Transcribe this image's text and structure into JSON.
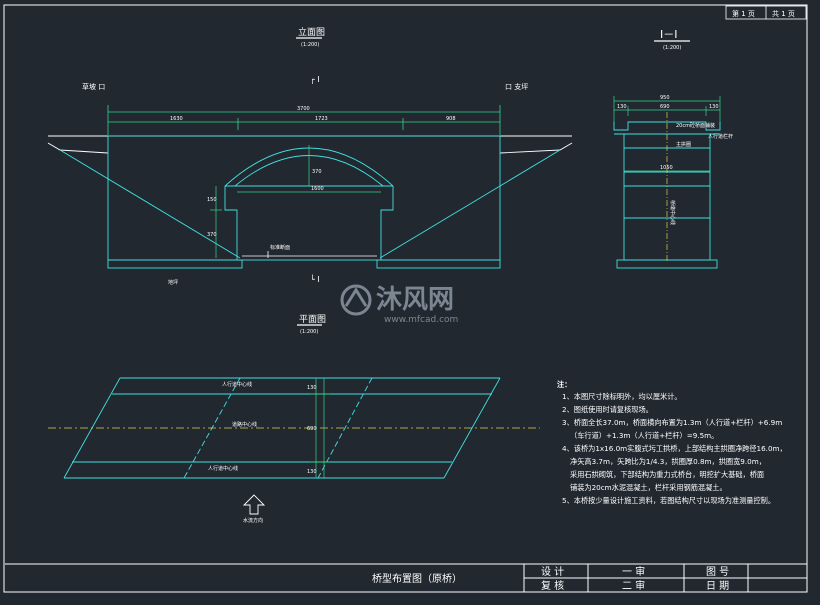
{
  "page_header": {
    "page_label": "第 1 页",
    "total_label": "共 1 页"
  },
  "elevation": {
    "title": "立面图",
    "scale": "(1:200)",
    "left_label": "草坡 口",
    "right_label": "口 支坪",
    "section_mark_top": "┌ I",
    "section_mark_bottom": "└ I",
    "dims": {
      "total": "3700",
      "left": "1630",
      "mid": "1723",
      "right": "908",
      "span": "1600",
      "rise": "370",
      "h1": "150",
      "h2": "370"
    },
    "ground_label": "地坪",
    "small_note": "标准断面"
  },
  "section": {
    "title": "I－I",
    "scale": "(1:200)",
    "dims": {
      "top": "950",
      "d1": "130",
      "d2": "690",
      "d3": "130",
      "w": "1050"
    },
    "labels": {
      "deck": "20cm砼桥面铺装",
      "railing": "人行道栏杆",
      "slab": "主拱圈",
      "center": "桥墩中心线"
    }
  },
  "plan": {
    "title": "平面图",
    "scale": "(1:200)",
    "top_label": "人行道中心线",
    "center_label": "道路中心线",
    "bottom_label": "人行道中心线",
    "flow_label": "水流方向",
    "dims": {
      "a": "130",
      "b": "690",
      "c": "130"
    }
  },
  "notes": {
    "heading": "注：",
    "items": [
      "1、本图尺寸除标明外，均以厘米计。",
      "2、图纸使用时请复核现场。",
      "3、桥面全长37.0m，桥面横向布置为1.3m（人行道+栏杆）+6.9m",
      "（车行道）+1.3m（人行道+栏杆）=9.5m。",
      "4、该桥为1x16.0m实腹式圬工拱桥，上部结构主拱圈净跨径16.0m，",
      "净矢高3.7m，矢跨比为1/4.3，拱圈厚0.8m，拱圈宽9.0m，",
      "采用石拱砌筑，下部结构为重力式桥台，明挖扩大基础，桥面",
      "铺装为20cm水泥混凝土，栏杆采用钢筋混凝土。",
      "5、本桥按少量设计施工资料，若图结构尺寸以现场为准测量控制。"
    ]
  },
  "title_block": {
    "drawing_title": "桥型布置图（原桥）",
    "design": "设 计",
    "review": "复 核",
    "audit1": "一 审",
    "audit2": "二 审",
    "drawing_no": "图 号",
    "date": "日 期"
  },
  "watermark": {
    "brand": "沐风网",
    "url": "www.mfcad.com"
  },
  "colors": {
    "background": "#212830",
    "line_green": "#35d48a",
    "line_cyan": "#40e0e0",
    "line_white": "#ffffff",
    "line_yellow": "#e0d040"
  }
}
